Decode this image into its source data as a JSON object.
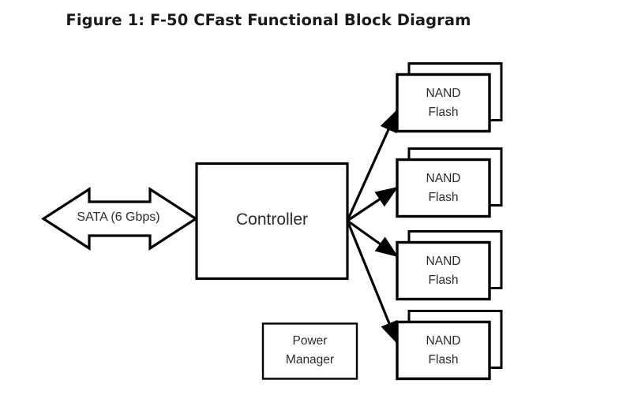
{
  "figure": {
    "title": "Figure 1: F-50 CFast Functional Block Diagram",
    "background_color": "#ffffff",
    "line_color": "#000000",
    "text_color": "#2b2b2b"
  },
  "interface": {
    "arrow_name": "sata-bidirectional-arrow",
    "label": "SATA (6 Gbps)"
  },
  "controller": {
    "label": "Controller"
  },
  "power_manager": {
    "line1": "Power",
    "line2": "Manager"
  },
  "nand_blocks": [
    {
      "line1": "NAND",
      "line2": "Flash"
    },
    {
      "line1": "NAND",
      "line2": "Flash"
    },
    {
      "line1": "NAND",
      "line2": "Flash"
    },
    {
      "line1": "NAND",
      "line2": "Flash"
    }
  ],
  "connections": [
    {
      "from": "controller",
      "to": "nand-flash-1"
    },
    {
      "from": "controller",
      "to": "nand-flash-2"
    },
    {
      "from": "controller",
      "to": "nand-flash-3"
    },
    {
      "from": "controller",
      "to": "nand-flash-4"
    },
    {
      "from": "host",
      "to": "controller"
    }
  ]
}
